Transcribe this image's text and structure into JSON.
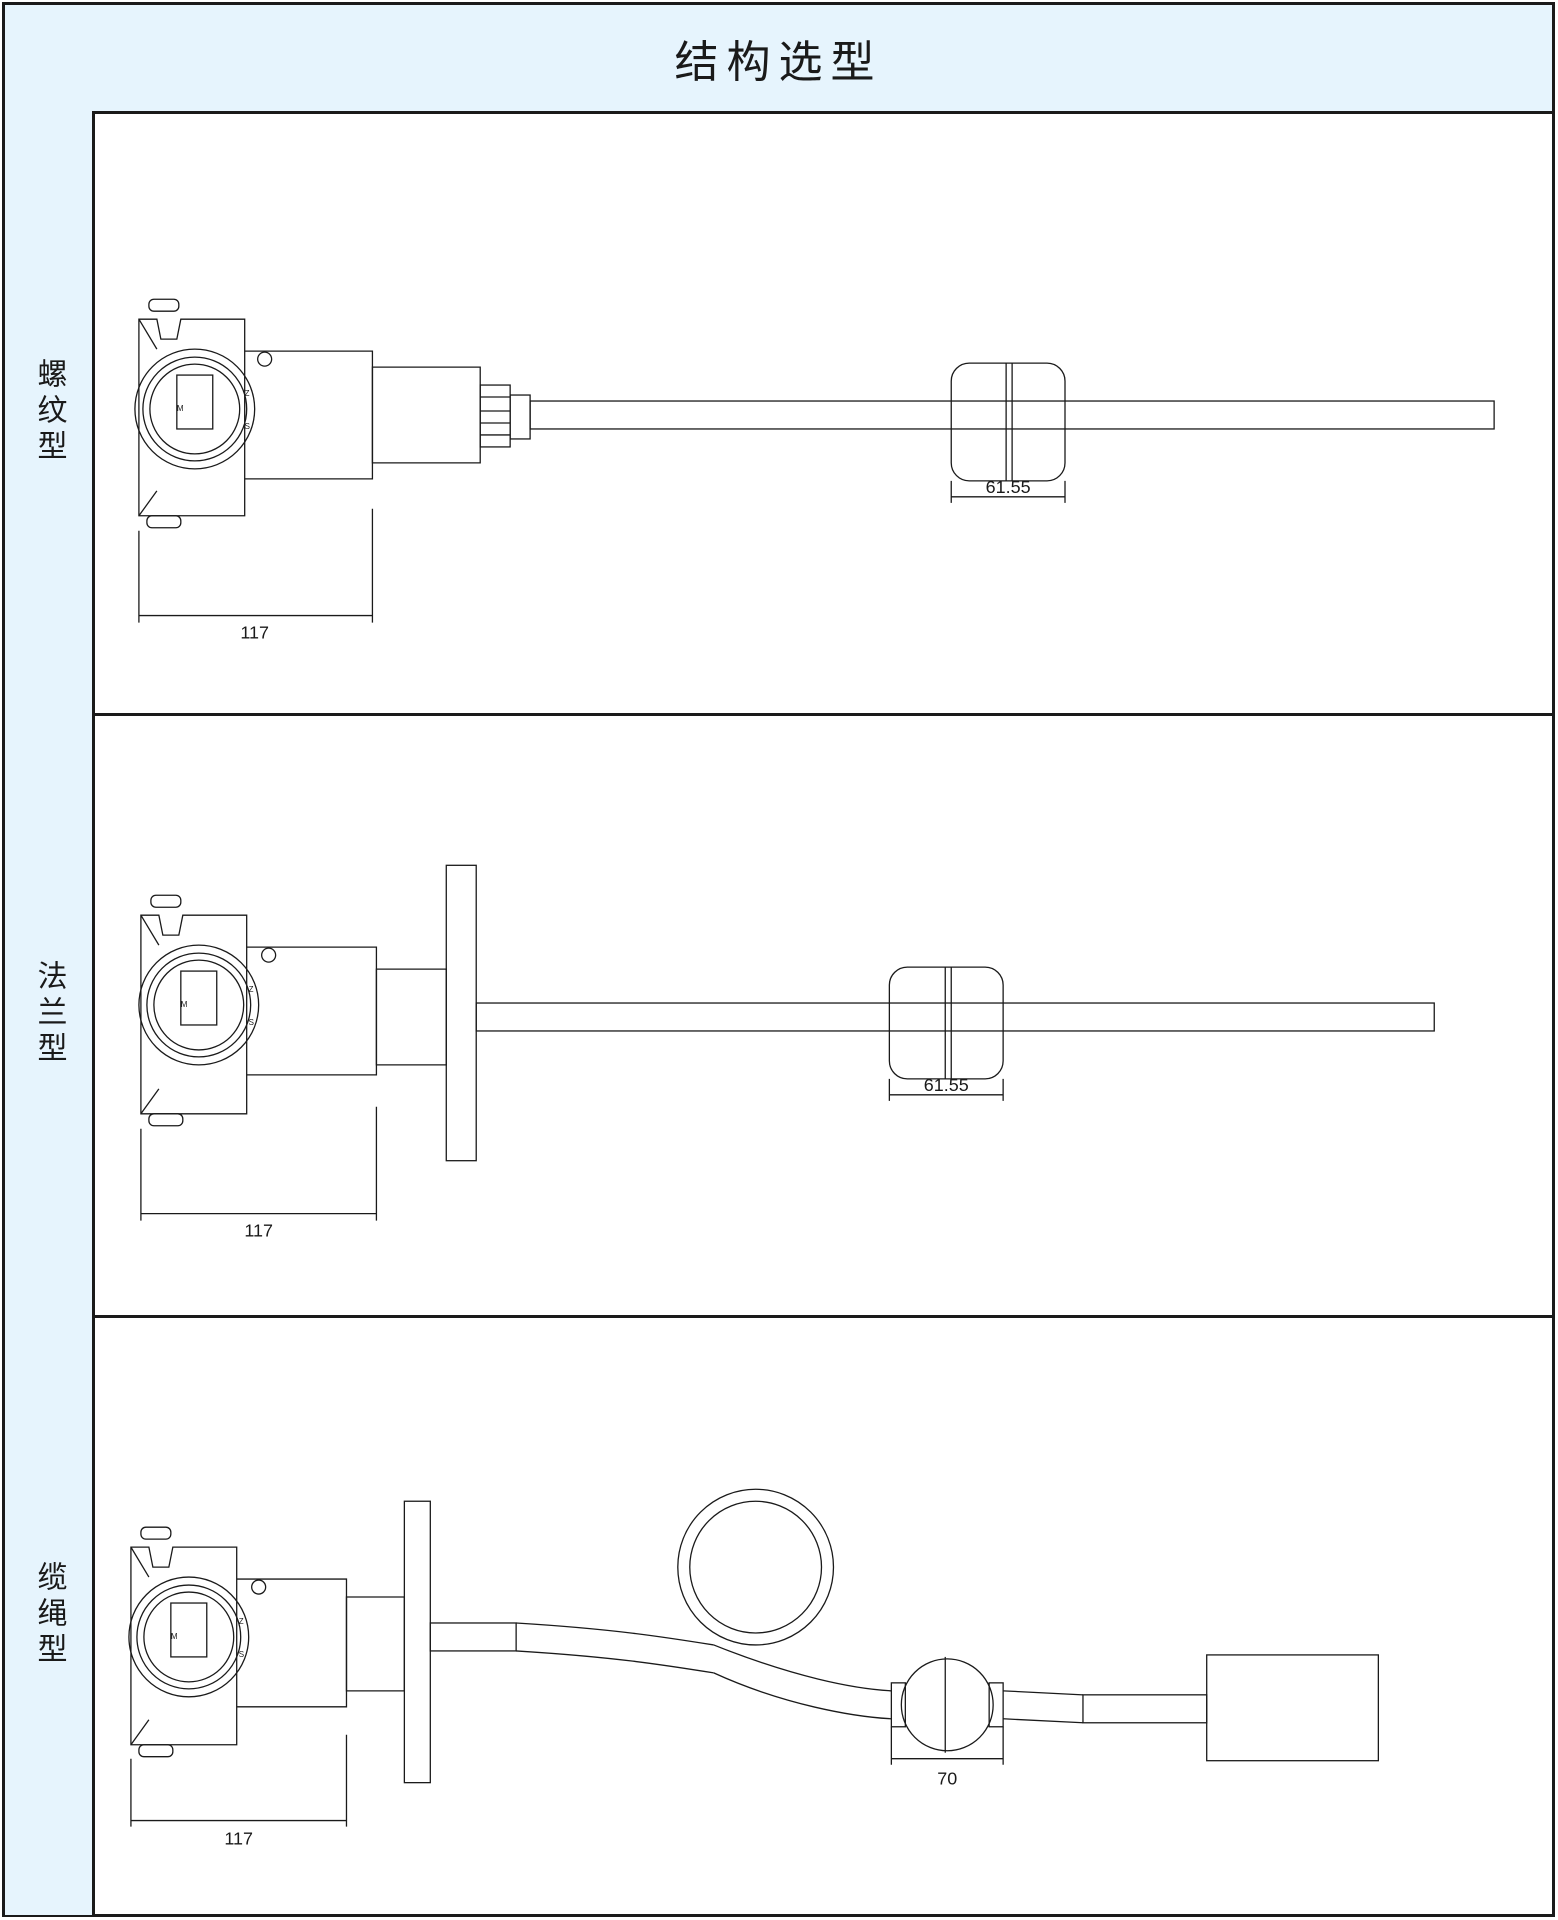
{
  "header": {
    "title": "结构选型"
  },
  "rows": [
    {
      "label": "螺纹型",
      "dim_float": "61.55",
      "dim_housing": "117",
      "lcd_labels": [
        "M",
        "Z",
        "S"
      ]
    },
    {
      "label": "法兰型",
      "dim_float": "61.55",
      "dim_housing": "117",
      "lcd_labels": [
        "M",
        "Z",
        "S"
      ]
    },
    {
      "label": "缆绳型",
      "dim_float": "70",
      "dim_housing": "117",
      "lcd_labels": [
        "M",
        "Z",
        "S"
      ]
    }
  ],
  "colors": {
    "header_bg": "#e6f4fd",
    "line": "#1a1a1a"
  }
}
